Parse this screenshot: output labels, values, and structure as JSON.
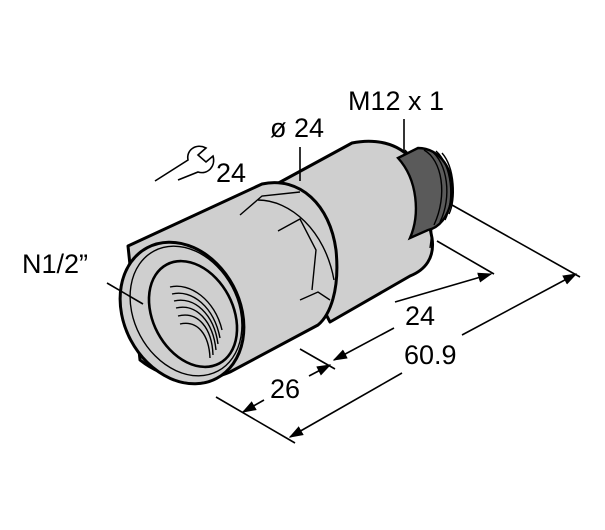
{
  "drawing": {
    "labels": {
      "connector_thread": "M12 x 1",
      "diameter": "ø 24",
      "wrench_size": "24",
      "process_thread": "N1/2”",
      "dim_rear": "24",
      "dim_total": "60.9",
      "dim_front": "26"
    },
    "icons": {
      "wrench": "wrench-icon"
    },
    "colors": {
      "housing": "#cfcfcf",
      "connector": "#5a5a5a",
      "line": "#000000",
      "background": "#ffffff"
    }
  }
}
